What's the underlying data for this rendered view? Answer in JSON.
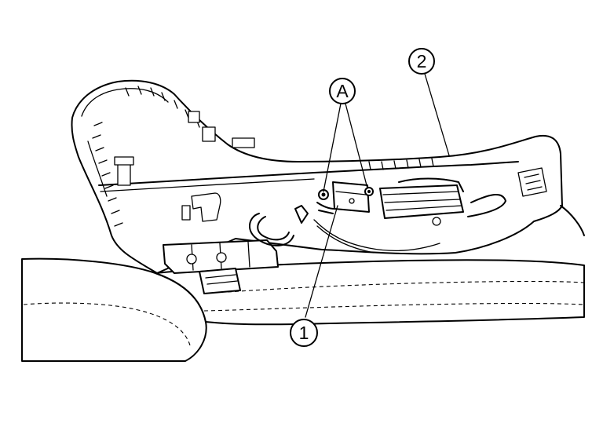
{
  "callouts": {
    "part_1": "1",
    "part_2": "2",
    "point_a": "A"
  }
}
